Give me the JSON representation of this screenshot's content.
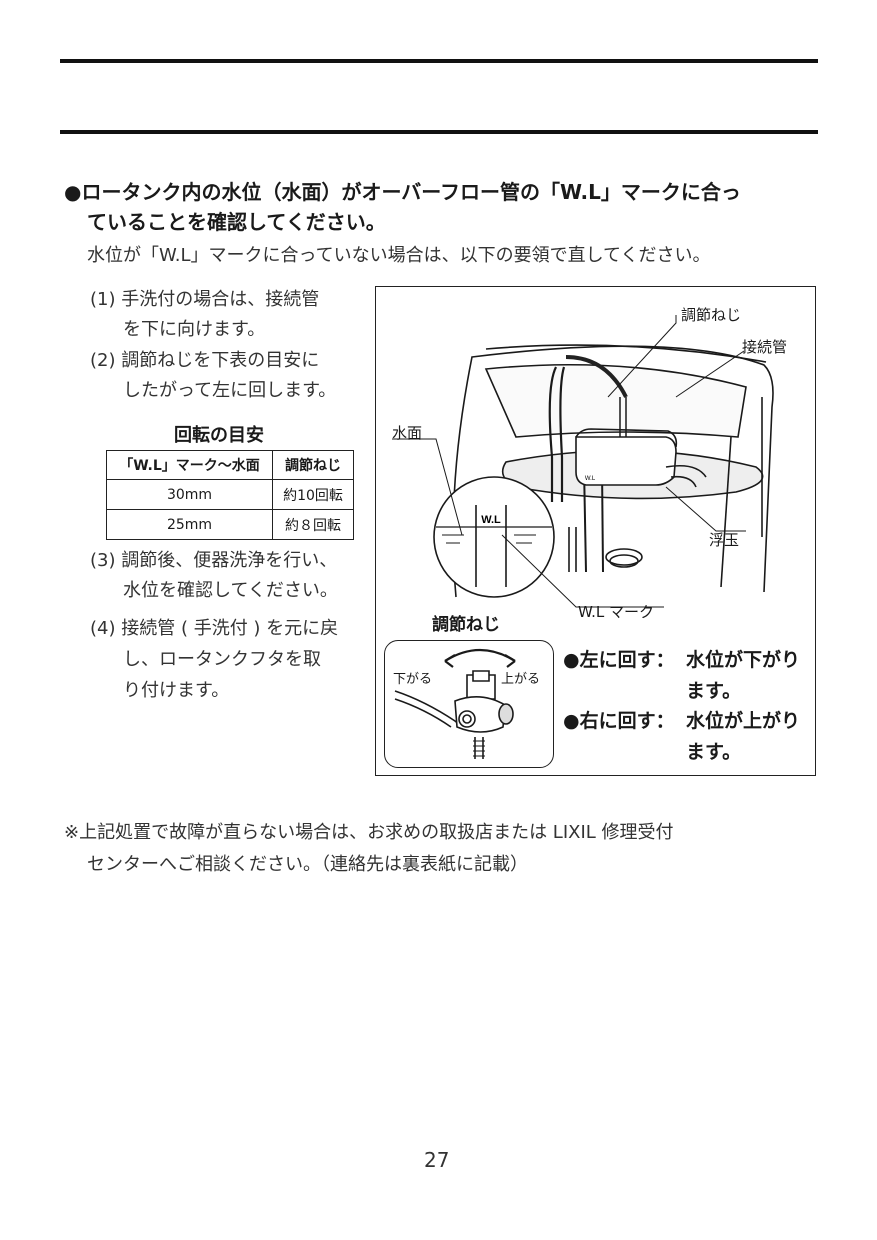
{
  "heading": {
    "bullet": "●",
    "line1": "ロータンク内の水位（水面）がオーバーフロー管の「W.L」マークに合っ",
    "line2": "ていることを確認してください。"
  },
  "intro": "水位が「W.L」マークに合っていない場合は、以下の要領で直してください。",
  "steps": [
    {
      "num": "(1)",
      "line1": "手洗付の場合は、接続管",
      "line2": "を下に向けます。"
    },
    {
      "num": "(2)",
      "line1": "調節ねじを下表の目安に",
      "line2": "したがって左に回します。"
    },
    {
      "num": "(3)",
      "line1": "調節後、便器洗浄を行い、",
      "line2": "水位を確認してください。"
    },
    {
      "num": "(4)",
      "line1": "接続管 ( 手洗付 ) を元に戻",
      "line2": "し、ロータンクフタを取",
      "line3": "り付けます。"
    }
  ],
  "table": {
    "title": "回転の目安",
    "headers": [
      "「W.L」マーク～水面",
      "調節ねじ"
    ],
    "rows": [
      [
        "30mm",
        "約10回転"
      ],
      [
        "25mm",
        "約８回転"
      ]
    ]
  },
  "figure": {
    "label_screw": "調節ねじ",
    "label_pipe": "接続管",
    "label_water_surface": "水面",
    "label_float": "浮玉",
    "label_wl_mark": "W.L マーク",
    "wl_text": "W.L",
    "small_wl": "W.L",
    "inset_title": "調節ねじ",
    "label_down": "下がる",
    "label_up": "上がる"
  },
  "rotation": {
    "bullet": "●",
    "left_label": "左に回す：",
    "left_result1": "水位が下がり",
    "left_result2": "ます。",
    "right_label": "右に回す：",
    "right_result1": "水位が上がり",
    "right_result2": "ます。"
  },
  "note": {
    "line1": "※上記処置で故障が直らない場合は、お求めの取扱店または LIXIL 修理受付",
    "line2": "センターへご相談ください。（連絡先は裏表紙に記載）"
  },
  "page_number": "27"
}
